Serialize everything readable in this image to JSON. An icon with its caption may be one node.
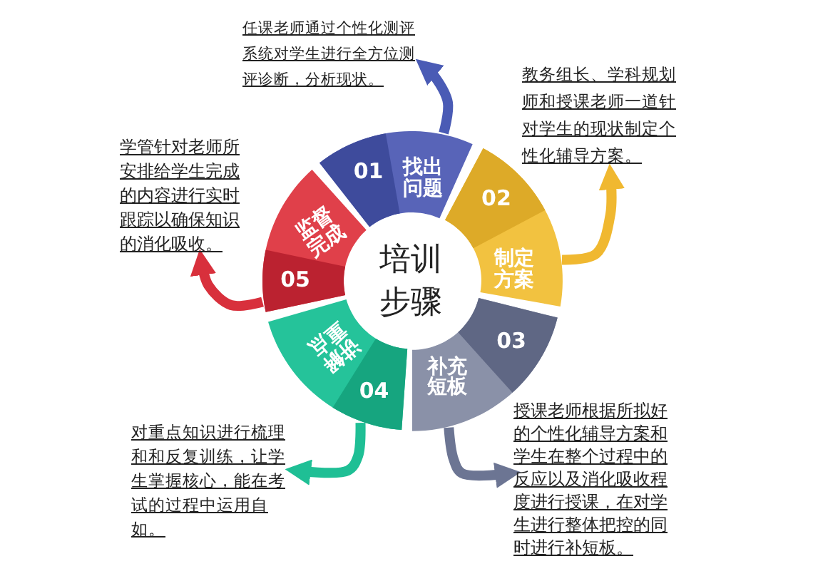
{
  "diagram": {
    "nodes": [
      {
        "text": [
          "01",
          "找出问题"
        ]
      },
      {
        "text": [
          "02",
          "制定方案"
        ]
      },
      {
        "text": [
          "03",
          "补充短板"
        ]
      },
      {
        "text": [
          "04",
          "讲解重点"
        ]
      },
      {
        "text": [
          "05",
          "监督完成"
        ]
      },
      {
        "text": [
          "培训步骤"
        ]
      },
      {
        "text": [
          "任课老师通过个性化测评系统对学生进行全方位测评诊断，分析现状。"
        ]
      },
      {
        "text": [
          "教务组长、学科规划师和授课老师一道针对学生的现状制定个性化辅导方案。"
        ]
      },
      {
        "text": [
          "授课老师根据所拟好的个性化辅导方案和学生在整个过程中的反应以及消化吸收程度进行授课，在对学生进行整体把控的同时进行补短板。"
        ]
      },
      {
        "text": [
          "对重点知识进行梳理和和反复训练，让学生掌握核心，能在考试的过程中运用自如。"
        ]
      },
      {
        "text": [
          "学管针对老师所安排给学生完成的内容进行实时跟踪以确保知识的消化吸收。"
        ]
      }
    ],
    "edges": [
      {
        "from": 0,
        "to": 6,
        "arrow": "to",
        "color": "#4a5bb5"
      },
      {
        "from": 1,
        "to": 7,
        "arrow": "to",
        "color": "#f0b830"
      },
      {
        "from": 2,
        "to": 8,
        "arrow": "to",
        "color": "#6c7593"
      },
      {
        "from": 3,
        "to": 9,
        "arrow": "to",
        "color": "#1fbf95"
      },
      {
        "from": 4,
        "to": 10,
        "arrow": "to",
        "color": "#d8303c"
      }
    ]
  }
}
